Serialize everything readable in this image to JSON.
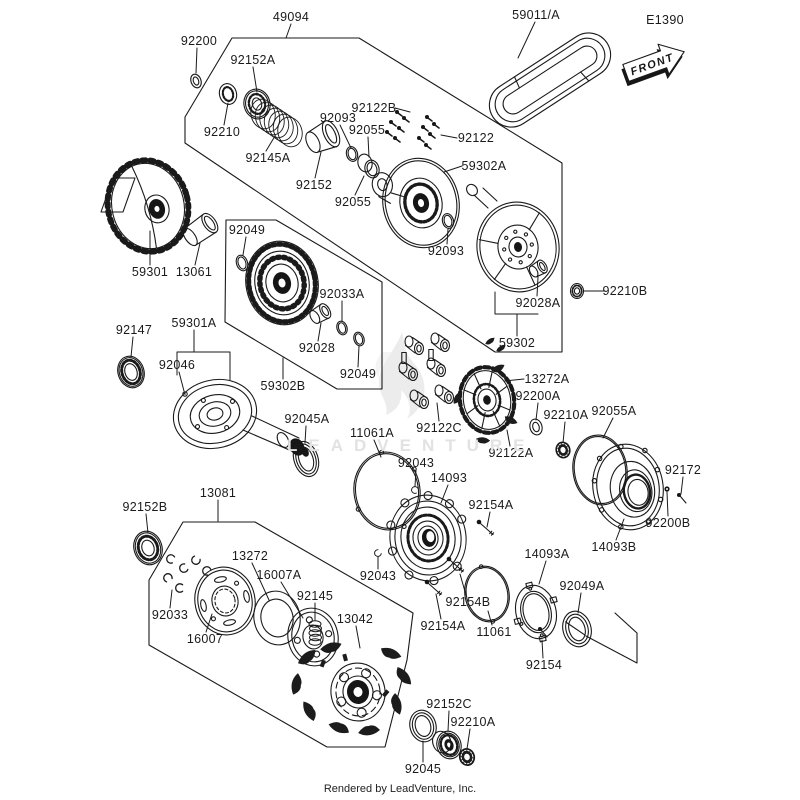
{
  "diagram": {
    "type": "exploded-parts-diagram",
    "assembly": "belt converter / clutch",
    "front_arrow": {
      "text": "FRONT"
    },
    "reference_code_label": "E1390"
  },
  "labels": [
    {
      "text": "49094"
    },
    {
      "text": "92200"
    },
    {
      "text": "92152A"
    },
    {
      "text": "59011/A"
    },
    {
      "text": "E1390"
    },
    {
      "text": "92210"
    },
    {
      "text": "92145A"
    },
    {
      "text": "92122B"
    },
    {
      "text": "92093"
    },
    {
      "text": "92055"
    },
    {
      "text": "92122"
    },
    {
      "text": "92152"
    },
    {
      "text": "92055"
    },
    {
      "text": "59302A"
    },
    {
      "text": "92093"
    },
    {
      "text": "59301"
    },
    {
      "text": "13061"
    },
    {
      "text": "92049"
    },
    {
      "text": "92033A"
    },
    {
      "text": "92028"
    },
    {
      "text": "92049"
    },
    {
      "text": "92028A"
    },
    {
      "text": "92210B"
    },
    {
      "text": "59302"
    },
    {
      "text": "92147"
    },
    {
      "text": "59301A"
    },
    {
      "text": "92046"
    },
    {
      "text": "59302B"
    },
    {
      "text": "92045A"
    },
    {
      "text": "11061A"
    },
    {
      "text": "13272A"
    },
    {
      "text": "92200A"
    },
    {
      "text": "92210A"
    },
    {
      "text": "92055A"
    },
    {
      "text": "92172"
    },
    {
      "text": "92122C"
    },
    {
      "text": "92122A"
    },
    {
      "text": "92043"
    },
    {
      "text": "14093"
    },
    {
      "text": "92154A"
    },
    {
      "text": "92200B"
    },
    {
      "text": "14093B"
    },
    {
      "text": "14093A"
    },
    {
      "text": "92049A"
    },
    {
      "text": "92154B"
    },
    {
      "text": "92154A"
    },
    {
      "text": "11061"
    },
    {
      "text": "92154"
    },
    {
      "text": "92152C"
    },
    {
      "text": "92210A"
    },
    {
      "text": "92045"
    },
    {
      "text": "92152B"
    },
    {
      "text": "13081"
    },
    {
      "text": "13272"
    },
    {
      "text": "16007A"
    },
    {
      "text": "92145"
    },
    {
      "text": "13042"
    },
    {
      "text": "92033"
    },
    {
      "text": "16007"
    },
    {
      "text": "92043"
    }
  ],
  "watermark": {
    "logo_text": "LEADVENTURE"
  },
  "footer": {
    "credit": "Rendered by LeadVenture, Inc."
  },
  "colors": {
    "background": "#ffffff",
    "line": "#1a1a1a",
    "label": "#1b1b1b",
    "watermark": "#e2e2e2"
  }
}
